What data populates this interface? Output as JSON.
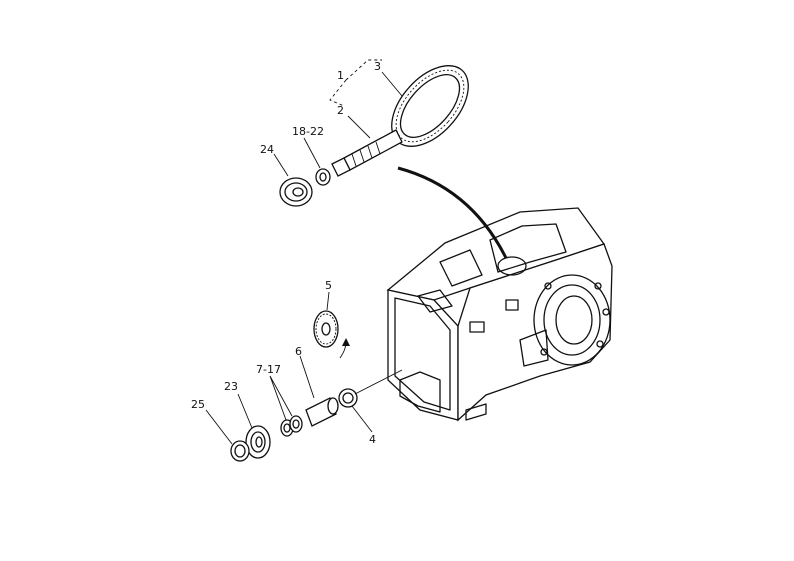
{
  "diagram": {
    "callouts": [
      {
        "id": "1",
        "text": "1"
      },
      {
        "id": "2",
        "text": "2"
      },
      {
        "id": "3",
        "text": "3"
      },
      {
        "id": "4",
        "text": "4"
      },
      {
        "id": "5",
        "text": "5"
      },
      {
        "id": "6",
        "text": "6"
      },
      {
        "id": "7-17",
        "text": "7-17"
      },
      {
        "id": "18-22",
        "text": "18-22"
      },
      {
        "id": "23",
        "text": "23"
      },
      {
        "id": "24",
        "text": "24"
      },
      {
        "id": "25",
        "text": "25"
      }
    ]
  }
}
